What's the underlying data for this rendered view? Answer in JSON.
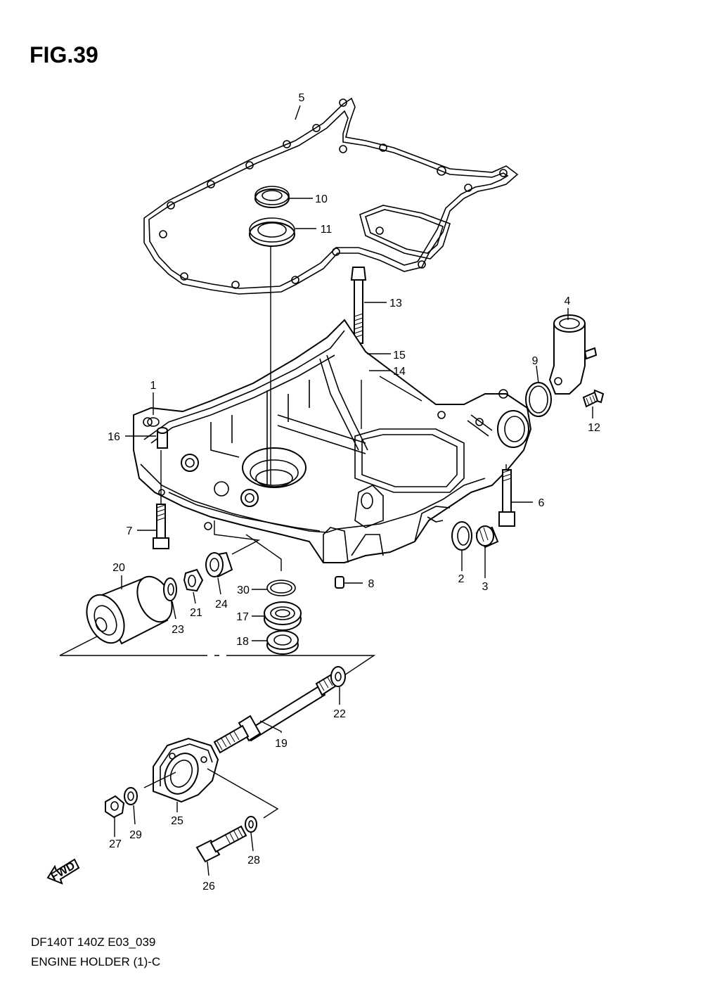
{
  "figure": {
    "title": "FIG.39",
    "code": "DF140T 140Z E03_039",
    "name": "ENGINE HOLDER (1)-C"
  },
  "direction_badge": "FWD",
  "callouts": [
    "1",
    "2",
    "3",
    "4",
    "5",
    "6",
    "7",
    "8",
    "9",
    "10",
    "11",
    "12",
    "13",
    "14",
    "15",
    "16",
    "17",
    "18",
    "19",
    "20",
    "21",
    "22",
    "23",
    "24",
    "25",
    "26",
    "27",
    "28",
    "29",
    "30"
  ]
}
